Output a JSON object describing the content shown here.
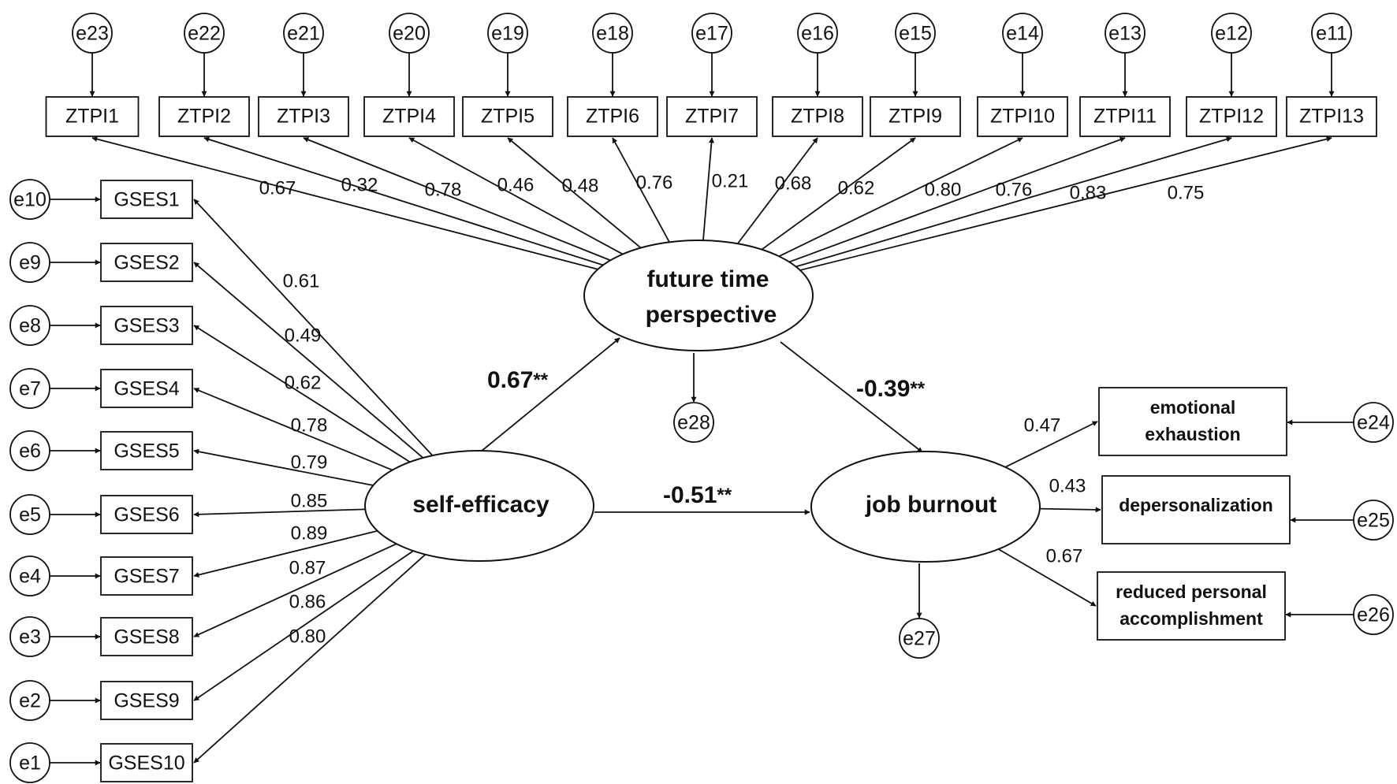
{
  "latents": {
    "ftp": {
      "line1": "future time",
      "line2": "perspective"
    },
    "se": {
      "label": "self-efficacy"
    },
    "jb": {
      "label": "job burnout"
    }
  },
  "ztpi": {
    "labels": [
      "ZTPI1",
      "ZTPI2",
      "ZTPI3",
      "ZTPI4",
      "ZTPI5",
      "ZTPI6",
      "ZTPI7",
      "ZTPI8",
      "ZTPI9",
      "ZTPI10",
      "ZTPI11",
      "ZTPI12",
      "ZTPI13"
    ],
    "errors": [
      "e23",
      "e22",
      "e21",
      "e20",
      "e19",
      "e18",
      "e17",
      "e16",
      "e15",
      "e14",
      "e13",
      "e12",
      "e11"
    ],
    "loadings": [
      "0.67",
      "0.32",
      "0.78",
      "0.46",
      "0.48",
      "0.76",
      "0.21",
      "0.68",
      "0.62",
      "0.80",
      "0.76",
      "0.83",
      "0.75"
    ]
  },
  "gses": {
    "labels": [
      "GSES1",
      "GSES2",
      "GSES3",
      "GSES4",
      "GSES5",
      "GSES6",
      "GSES7",
      "GSES8",
      "GSES9",
      "GSES10"
    ],
    "errors": [
      "e10",
      "e9",
      "e8",
      "e7",
      "e6",
      "e5",
      "e4",
      "e3",
      "e2",
      "e1"
    ],
    "loadings": [
      "0.61",
      "0.49",
      "0.62",
      "0.78",
      "0.79",
      "0.85",
      "0.89",
      "0.87",
      "0.86",
      "0.80"
    ]
  },
  "burnout": {
    "items": [
      {
        "line1": "emotional",
        "line2": "exhaustion",
        "error": "e24",
        "loading": "0.47"
      },
      {
        "line1": "depersonalization",
        "line2": "",
        "error": "e25",
        "loading": "0.43"
      },
      {
        "line1": "reduced personal",
        "line2": "accomplishment",
        "error": "e26",
        "loading": "0.67"
      }
    ]
  },
  "disturbances": {
    "ftp": "e28",
    "jb": "e27"
  },
  "paths": {
    "se_ftp": {
      "value": "0.67",
      "sig": "**"
    },
    "ftp_jb": {
      "value": "-0.39",
      "sig": "**"
    },
    "se_jb": {
      "value": "-0.51",
      "sig": "**"
    }
  }
}
